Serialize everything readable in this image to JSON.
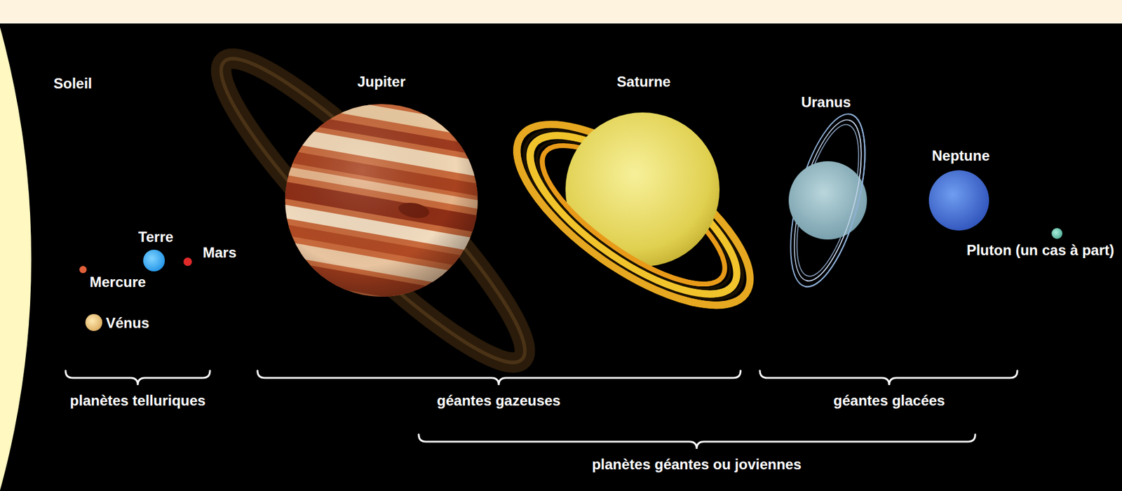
{
  "diagram": {
    "labels": [
      "Soleil",
      "Jupiter",
      "Saturne",
      "Uranus",
      "Neptune",
      "Terre",
      "Mars",
      "Mercure",
      "Vénus",
      "Pluton (un cas à part)",
      "planètes telluriques",
      "géantes gazeuses",
      "géantes glacées",
      "planètes géantes ou joviennes"
    ]
  }
}
